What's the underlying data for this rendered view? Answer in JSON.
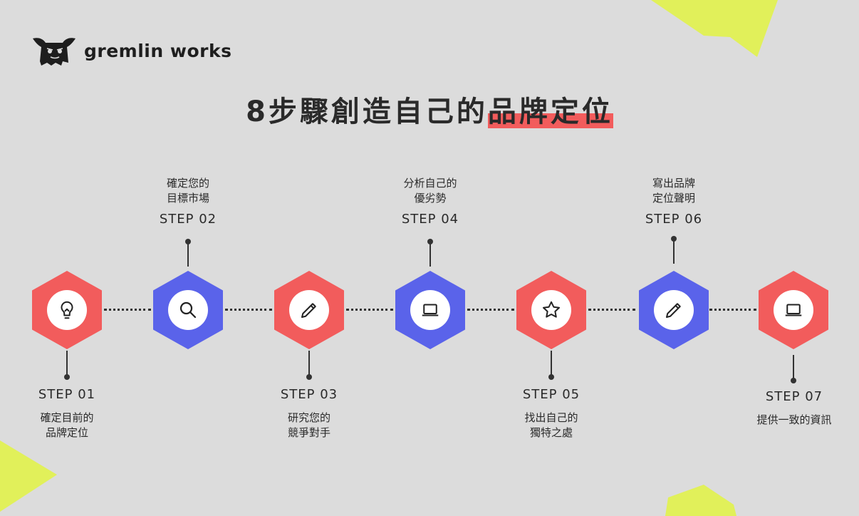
{
  "brand": {
    "name": "gremlin works"
  },
  "title": {
    "main": "8步驟創造自己的",
    "highlight": "品牌定位"
  },
  "colors": {
    "red": "#f25c5c",
    "blue": "#5a63ea",
    "accent": "#e1f05a",
    "background": "#dcdcdc"
  },
  "steps": [
    {
      "label": "STEP 01",
      "desc": "確定目前的\n品牌定位",
      "icon": "lightbulb-icon",
      "color": "red",
      "position": "below"
    },
    {
      "label": "STEP 02",
      "desc": "確定您的\n目標市場",
      "icon": "search-icon",
      "color": "blue",
      "position": "above"
    },
    {
      "label": "STEP 03",
      "desc": "研究您的\n競爭對手",
      "icon": "pencil-icon",
      "color": "red",
      "position": "below"
    },
    {
      "label": "STEP 04",
      "desc": "分析自己的\n優劣勢",
      "icon": "laptop-icon",
      "color": "blue",
      "position": "above"
    },
    {
      "label": "STEP 05",
      "desc": "找出自己的\n獨特之處",
      "icon": "star-icon",
      "color": "red",
      "position": "below"
    },
    {
      "label": "STEP 06",
      "desc": "寫出品牌\n定位聲明",
      "icon": "pencil-icon",
      "color": "blue",
      "position": "above"
    },
    {
      "label": "STEP 07",
      "desc": "提供一致的資訊",
      "icon": "laptop-icon",
      "color": "red",
      "position": "below"
    }
  ]
}
